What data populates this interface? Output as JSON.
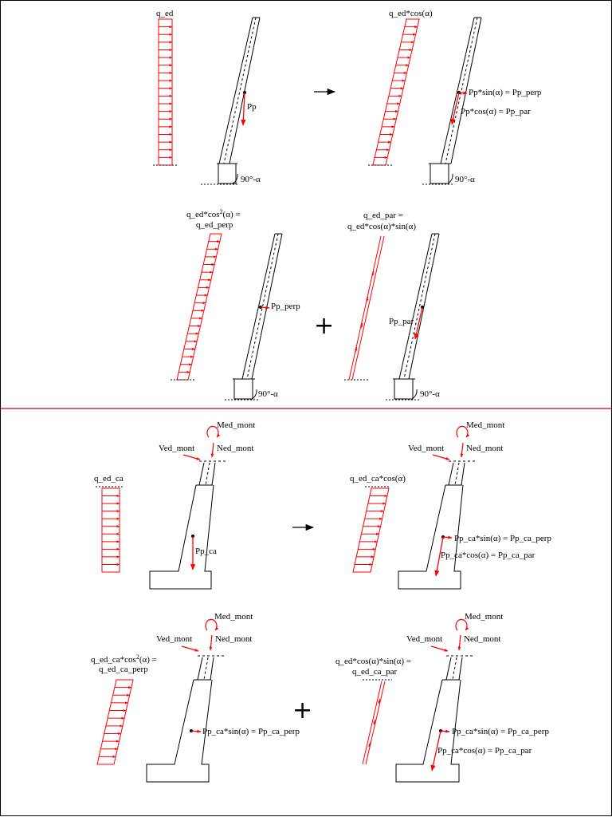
{
  "labels": {
    "q_ed": "q_ed",
    "pp": "Pp",
    "q_ed_cos": "q_ed*cos(α)",
    "pp_perp_eq": "Pp*sin(α) = Pp_perp",
    "pp_par_eq": "Pp*cos(α) = Pp_par",
    "angle": "90°-α",
    "q_ed_cos2_a": "q_ed*cos",
    "q_ed_cos2_exp": "2",
    "q_ed_cos2_b": "(α) =",
    "q_ed_perp": "q_ed_perp",
    "pp_perp": "Pp_perp",
    "q_ed_par_a": "q_ed_par =",
    "q_ed_par_b": "q_ed*cos(α)*sin(α)",
    "pp_par": "Pp_par",
    "med_mont": "Med_mont",
    "ved_mont": "Ved_mont",
    "ned_mont": "Ned_mont",
    "q_ed_ca": "q_ed_ca",
    "pp_ca": "Pp_ca",
    "q_ed_ca_cos": "q_ed_ca*cos(α)",
    "pp_ca_perp_eq": "Pp_ca*sin(α) = Pp_ca_perp",
    "pp_ca_par_eq": "Pp_ca*cos(α) = Pp_ca_par",
    "q_ed_ca_cos2_a": "q_ed_ca*cos",
    "q_ed_ca_cos2_exp": "2",
    "q_ed_ca_cos2_b": "(α) =",
    "q_ed_ca_perp": "q_ed_ca_perp",
    "q_ed_ca_par_a": "q_ed*cos(α)*sin(α) =",
    "q_ed_ca_par_b": "q_ed_ca_par"
  },
  "symbols": {
    "implies": "→",
    "plus": "+"
  },
  "colors": {
    "load": "#ff0000",
    "divider": "#cc0000",
    "line": "#000000"
  }
}
